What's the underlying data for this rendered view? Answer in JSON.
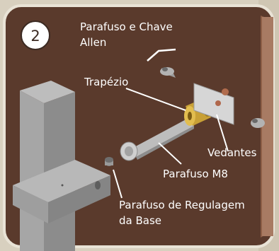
{
  "step_number": "2",
  "labels": {
    "parafuso_chave_line1": "Parafuso e Chave",
    "parafuso_chave_line2": "Allen",
    "trapezio": "Trapézio",
    "vedantes": "Vedantes",
    "parafuso_m8": "Parafuso M8",
    "regulagem_line1": "Parafuso de Regulagem",
    "regulagem_line2": "da Base"
  },
  "colors": {
    "panel_brown": "#5a3a2c",
    "panel_border": "#e9e3d6",
    "wall": "#a87b63",
    "label_text": "#ffffff",
    "brass": "#c8a036",
    "post_front": "#a9a9a9",
    "post_side": "#8c8c8c",
    "post_top": "#bdbdbd"
  }
}
